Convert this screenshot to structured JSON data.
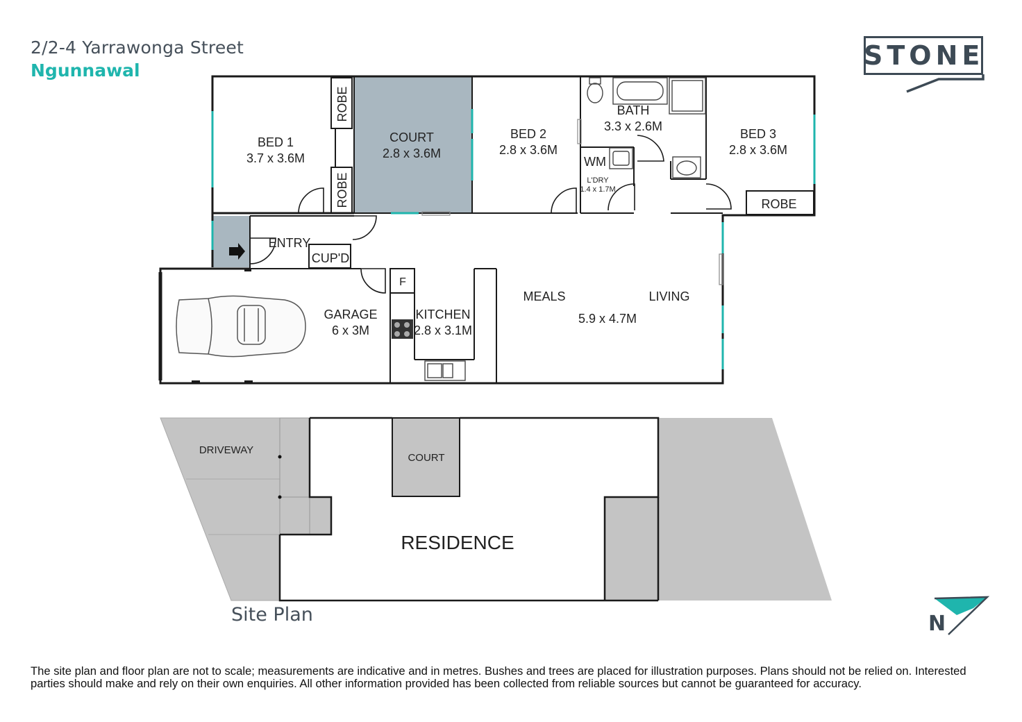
{
  "header": {
    "address": "2/2-4 Yarrawonga Street",
    "suburb": "Ngunnawal"
  },
  "logo": {
    "text": "STONE"
  },
  "floor_plan": {
    "bed1": {
      "name": "BED 1",
      "size": "3.7 x 3.6M"
    },
    "robe_a": "ROBE",
    "robe_b": "ROBE",
    "court": {
      "name": "COURT",
      "size": "2.8 x 3.6M"
    },
    "bed2": {
      "name": "BED 2",
      "size": "2.8 x 3.6M"
    },
    "bath": {
      "name": "BATH",
      "size": "3.3 x 2.6M"
    },
    "wm": "WM",
    "laundry": {
      "name": "L'DRY",
      "size": "1.4 x 1.7M"
    },
    "bed3": {
      "name": "BED 3",
      "size": "2.8 x 3.6M"
    },
    "robe_c": "ROBE",
    "entry": "ENTRY",
    "cupd": "CUP'D",
    "fridge": "F",
    "garage": {
      "name": "GARAGE",
      "size": "6 x 3M"
    },
    "kitchen": {
      "name": "KITCHEN",
      "size": "2.8 x 3.1M"
    },
    "meals": "MEALS",
    "living": "LIVING",
    "meals_living_size": "5.9 x 4.7M"
  },
  "site_plan": {
    "title": "Site Plan",
    "driveway": "DRIVEWAY",
    "court": "COURT",
    "residence": "RESIDENCE"
  },
  "north_label": "N",
  "disclaimer": "The site plan and floor plan are not to scale; measurements are indicative and in metres. Bushes and trees are placed for illustration purposes. Plans should not be relied on. Interested parties should make and rely on their own enquiries. All other information provided has been collected from reliable sources but cannot be guaranteed for accuracy.",
  "colors": {
    "wall": "#1a1a1a",
    "court_fill": "#a9b7c0",
    "window": "#1fb5ad",
    "site_grey": "#c4c4c4",
    "brand_dark": "#3d4a55",
    "brand_teal": "#1fb5ad"
  }
}
